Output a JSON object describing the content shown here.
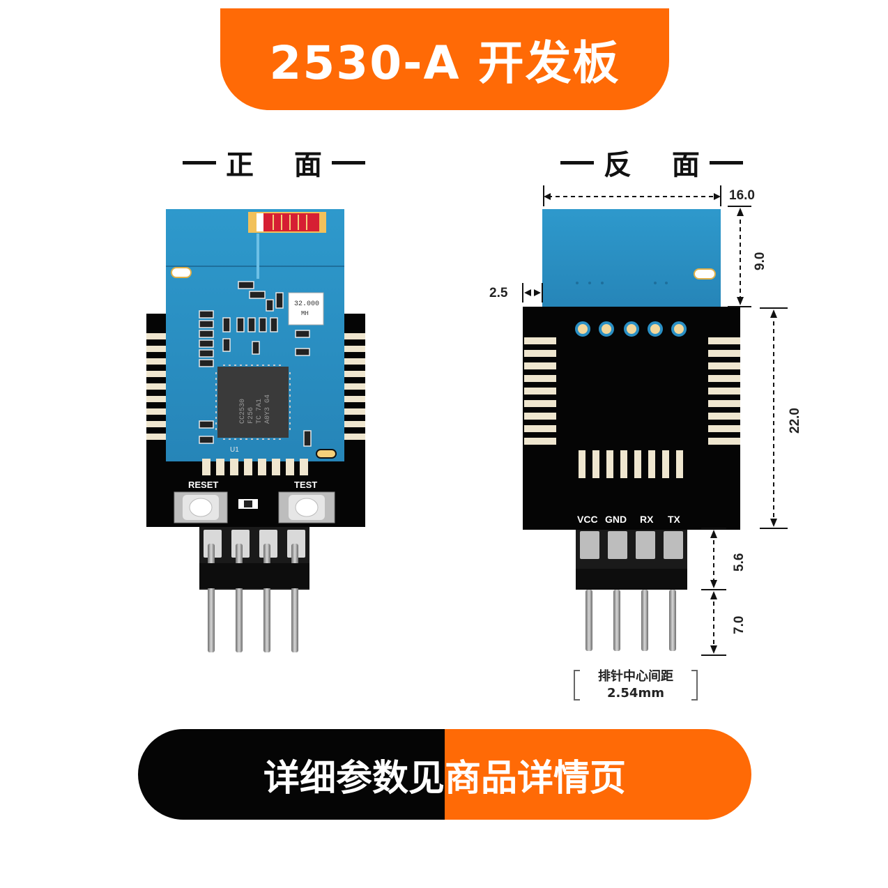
{
  "header": {
    "title": "2530-A 开发板"
  },
  "views": {
    "front": "正 面",
    "back": "反 面"
  },
  "front_board": {
    "chip_lines": [
      "CC2530",
      "F256",
      "TC 7A1",
      "A0Y3 G4"
    ],
    "crystal_lines": [
      "32.000",
      "MH"
    ],
    "ref_u1": "U1",
    "reset_label": "RESET",
    "test_label": "TEST"
  },
  "back_board": {
    "pins": [
      "VCC",
      "GND",
      "RX",
      "TX"
    ]
  },
  "dimensions": {
    "width": "16.0",
    "top_height": "9.0",
    "offset": "2.5",
    "board_height": "22.0",
    "header_height": "5.6",
    "pin_length": "7.0"
  },
  "pitch_note": {
    "line1": "排针中心间距",
    "line2": "2.54mm"
  },
  "footer": {
    "left": "详细参数见",
    "right": "商品详情页"
  },
  "colors": {
    "accent": "#ff6a06",
    "pcb_blue": "#2a8fc4",
    "pcb_black": "#050505"
  }
}
